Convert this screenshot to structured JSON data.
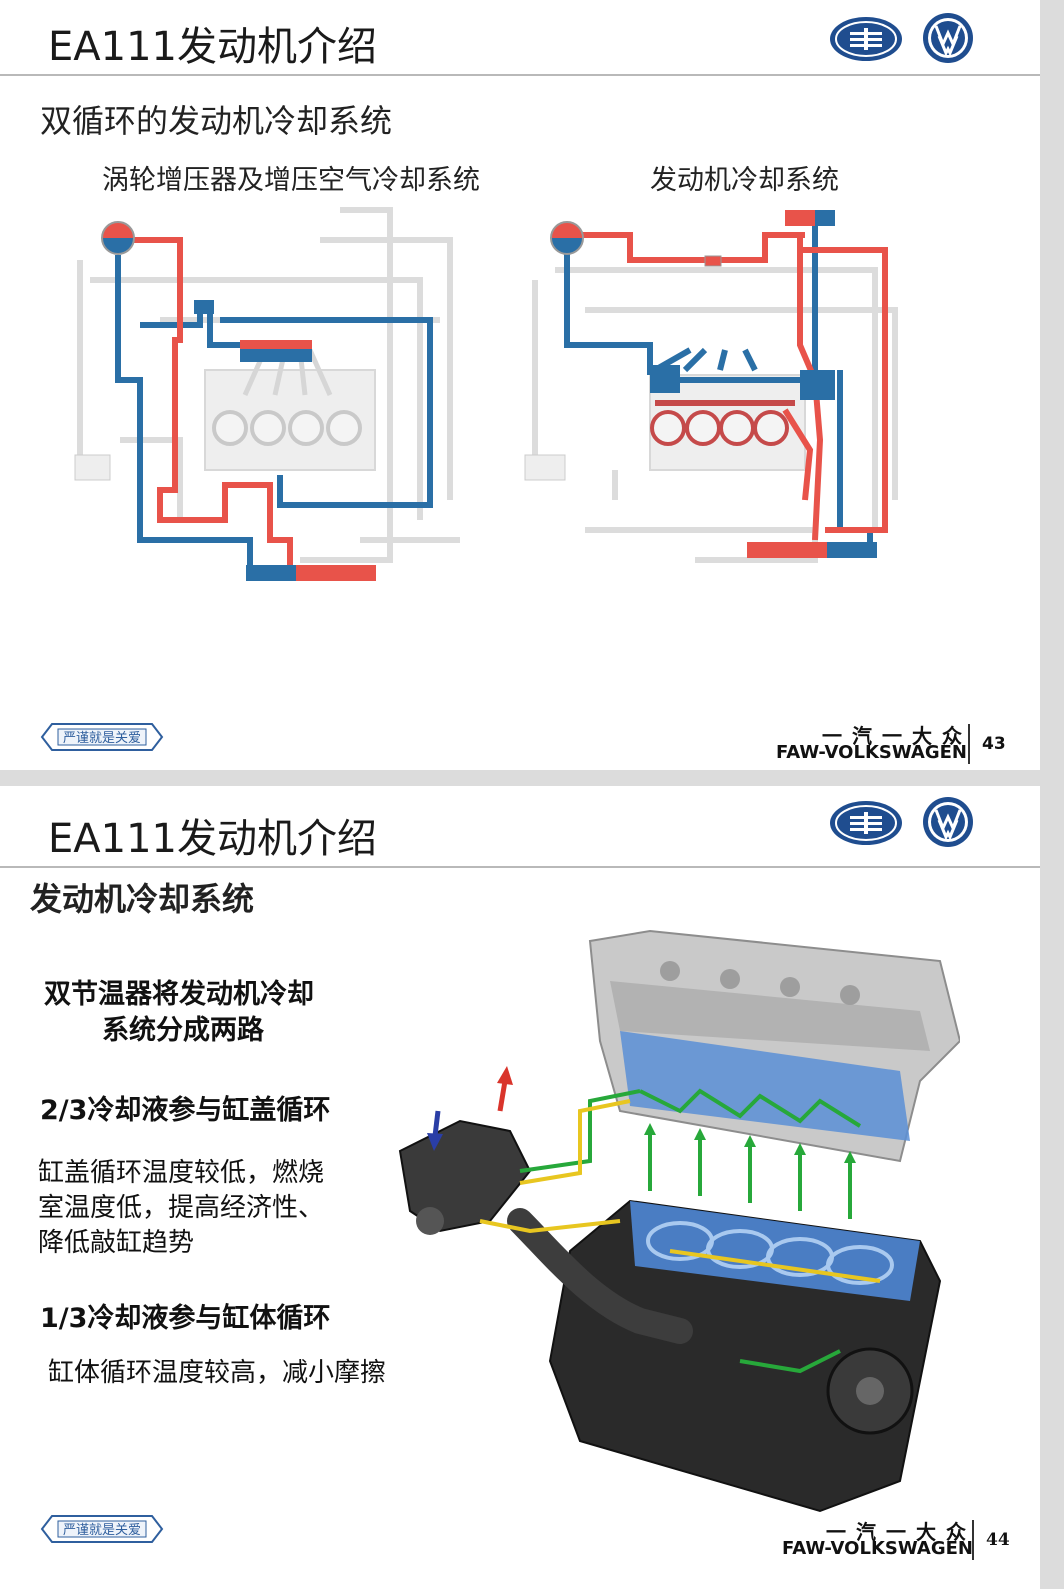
{
  "slides": [
    {
      "page_title": "EA111发动机介绍",
      "subtitle": "双循环的发动机冷却系统",
      "left_caption": "涡轮增压器及增压空气冷却系统",
      "right_caption": "发动机冷却系统",
      "footer_logo_text": "严谨就是关爱",
      "brand_cn": "一汽一大众",
      "brand_en": "FAW-VOLKSWAGEN",
      "page_number": "43"
    },
    {
      "page_title": "EA111发动机介绍",
      "subtitle": "发动机冷却系统",
      "point1_line1": "双节温器将发动机冷却",
      "point1_line2": "系统分成两路",
      "point2_heading": "2/3冷却液参与缸盖循环",
      "point2_line1": "缸盖循环温度较低，燃烧",
      "point2_line2": "室温度低，提高经济性、",
      "point2_line3": "降低敲缸趋势",
      "point3_heading": "1/3冷却液参与缸体循环",
      "point3_line1": "缸体循环温度较高，减小摩擦",
      "footer_logo_text": "严谨就是关爱",
      "brand_cn": "一汽一大众",
      "brand_en": "FAW-VOLKSWAGEN",
      "page_number": "44"
    }
  ],
  "colors": {
    "hot": "#e8534a",
    "cold": "#2a6fa6",
    "flow_green": "#27a83a",
    "flow_yellow": "#e8c620",
    "faw_blue": "#1f4d8f"
  },
  "icons": [
    "faw-logo-icon",
    "vw-logo-icon",
    "arrow-up-red-icon",
    "arrow-down-blue-icon"
  ]
}
